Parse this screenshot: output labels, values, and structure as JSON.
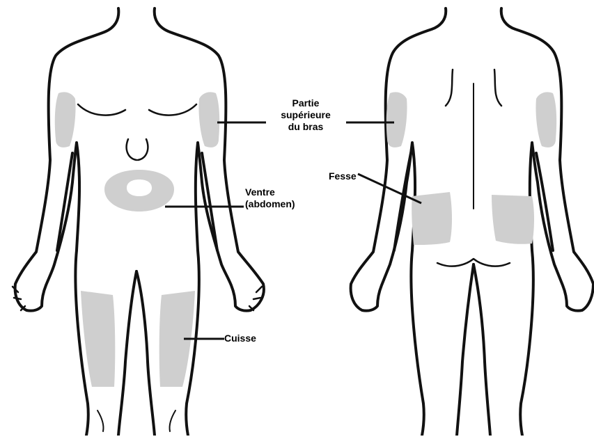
{
  "figure": {
    "colors": {
      "outline": "#111111",
      "zone": "#cfcfcf",
      "background": "#ffffff",
      "leader": "#111111"
    },
    "views": [
      "front-view",
      "back-view"
    ]
  },
  "labels": {
    "upper_arm": {
      "line1": "Partie",
      "line2": "supérieure",
      "line3": "du bras"
    },
    "abdomen": {
      "line1": "Ventre",
      "line2": "(abdomen)"
    },
    "thigh": "Cuisse",
    "buttock": "Fesse"
  }
}
